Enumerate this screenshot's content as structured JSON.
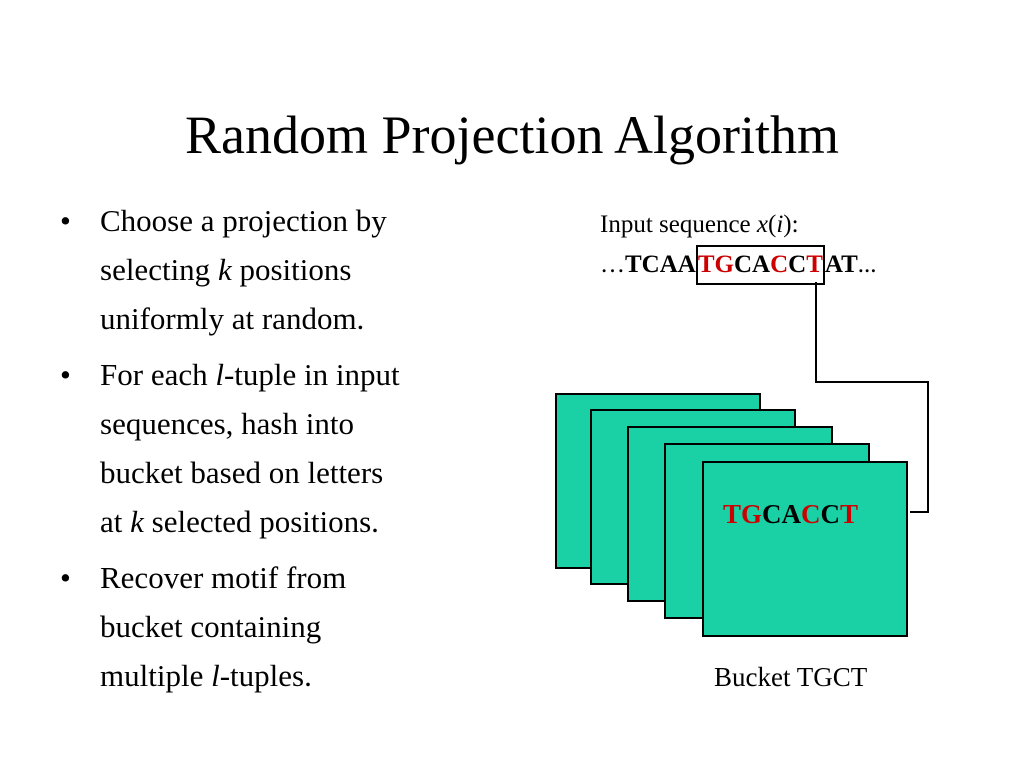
{
  "title": "Random Projection Algorithm",
  "bullet_glyph": "•",
  "bullets": [
    {
      "lines": [
        [
          {
            "t": "Choose a projection by"
          }
        ],
        [
          {
            "t": "selecting "
          },
          {
            "t": "k",
            "i": true
          },
          {
            "t": " positions"
          }
        ],
        [
          {
            "t": "uniformly at random."
          }
        ]
      ]
    },
    {
      "lines": [
        [
          {
            "t": "For each "
          },
          {
            "t": "l",
            "i": true
          },
          {
            "t": "-tuple in input"
          }
        ],
        [
          {
            "t": "sequences, hash into"
          }
        ],
        [
          {
            "t": "bucket based on letters"
          }
        ],
        [
          {
            "t": "at "
          },
          {
            "t": "k",
            "i": true
          },
          {
            "t": " selected positions."
          }
        ]
      ]
    },
    {
      "lines": [
        [
          {
            "t": "Recover motif from"
          }
        ],
        [
          {
            "t": "bucket containing"
          }
        ],
        [
          {
            "t": "multiple "
          },
          {
            "t": "l",
            "i": true
          },
          {
            "t": "-tuples."
          }
        ]
      ]
    }
  ],
  "input_label": [
    {
      "t": "Input sequence "
    },
    {
      "t": "x",
      "i": true
    },
    {
      "t": "("
    },
    {
      "t": "i",
      "i": true
    },
    {
      "t": "):"
    }
  ],
  "input_sequence": {
    "prefix": "…",
    "before": "TCAA",
    "boxed": [
      {
        "t": "TG",
        "hl": true
      },
      {
        "t": "CA",
        "hl": false
      },
      {
        "t": "C",
        "hl": true
      },
      {
        "t": "C",
        "hl": false
      },
      {
        "t": "T",
        "hl": true
      }
    ],
    "after": "AT",
    "suffix": "..."
  },
  "bucket_sequence": [
    {
      "t": "TG",
      "hl": true
    },
    {
      "t": "CA",
      "hl": false
    },
    {
      "t": "C",
      "hl": true
    },
    {
      "t": "C",
      "hl": false
    },
    {
      "t": "T",
      "hl": true
    }
  ],
  "bucket_caption": "Bucket TGCT",
  "colors": {
    "card_fill": "#1ad1a5",
    "highlight_letter": "#cc0000",
    "border": "#000000"
  }
}
